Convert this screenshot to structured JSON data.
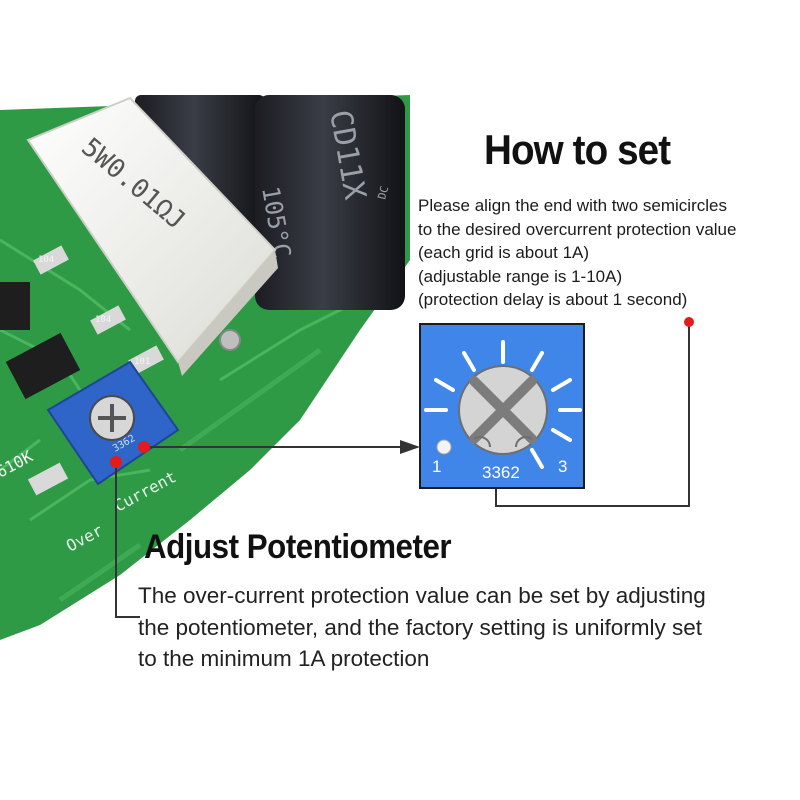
{
  "how_to_set": {
    "title": "How to set",
    "lines": [
      "Please align the end with two semicircles",
      "to the desired overcurrent protection value",
      "(each grid is about 1A)",
      "(adjustable range is 1-10A)",
      "(protection delay is about 1 second)"
    ]
  },
  "pot_diagram": {
    "label_min": "1",
    "label_model": "3362",
    "label_max": "3",
    "background_color": "#3f86e8"
  },
  "adjust": {
    "title": "Adjust Potentiometer",
    "lines": [
      "The over-current protection value can be set by adjusting",
      "the potentiometer, and the factory setting is uniformly set",
      "to the minimum 1A protection"
    ]
  },
  "photo": {
    "resistor_marking": "5W0.01ΩJ",
    "capacitor_marking_1": "105°C",
    "capacitor_marking_2": "CD11X",
    "pot_marking": "3362",
    "board_label_1": "Over",
    "board_label_2": "Current",
    "chip_label": "610K",
    "smd_1": "104",
    "smd_2": "101",
    "smd_3": "104",
    "dc_label": "DC"
  },
  "colors": {
    "pcb_green": "#2e9a45",
    "pot_blue": "#2f64c9",
    "marker_red": "#e31b1b",
    "arrow_dark": "#333333"
  }
}
